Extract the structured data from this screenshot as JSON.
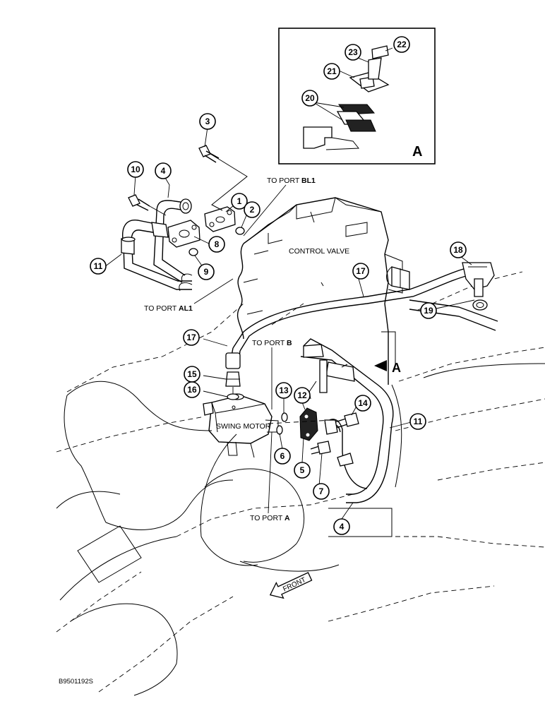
{
  "labels": {
    "to_port_bl1_prefix": "TO PORT ",
    "to_port_bl1_code": "BL1",
    "to_port_al1_prefix": "TO PORT ",
    "to_port_al1_code": "AL1",
    "to_port_b_prefix": "TO PORT ",
    "to_port_b_code": "B",
    "to_port_a_prefix": "TO PORT ",
    "to_port_a_code": "A",
    "control_valve": "CONTROL VALVE",
    "swing_motor": "SWING MOTOR",
    "front": "FRONT",
    "detail_view_letter": "A",
    "view_arrow_letter": "A",
    "figure_code": "B9501192S"
  },
  "callouts": [
    {
      "n": "1"
    },
    {
      "n": "2"
    },
    {
      "n": "3"
    },
    {
      "n": "4"
    },
    {
      "n": "4"
    },
    {
      "n": "5"
    },
    {
      "n": "6"
    },
    {
      "n": "7"
    },
    {
      "n": "8"
    },
    {
      "n": "9"
    },
    {
      "n": "10"
    },
    {
      "n": "11"
    },
    {
      "n": "11"
    },
    {
      "n": "12"
    },
    {
      "n": "13"
    },
    {
      "n": "14"
    },
    {
      "n": "15"
    },
    {
      "n": "16"
    },
    {
      "n": "17"
    },
    {
      "n": "17"
    },
    {
      "n": "18"
    },
    {
      "n": "19"
    },
    {
      "n": "20"
    },
    {
      "n": "21"
    },
    {
      "n": "22"
    },
    {
      "n": "23"
    }
  ]
}
